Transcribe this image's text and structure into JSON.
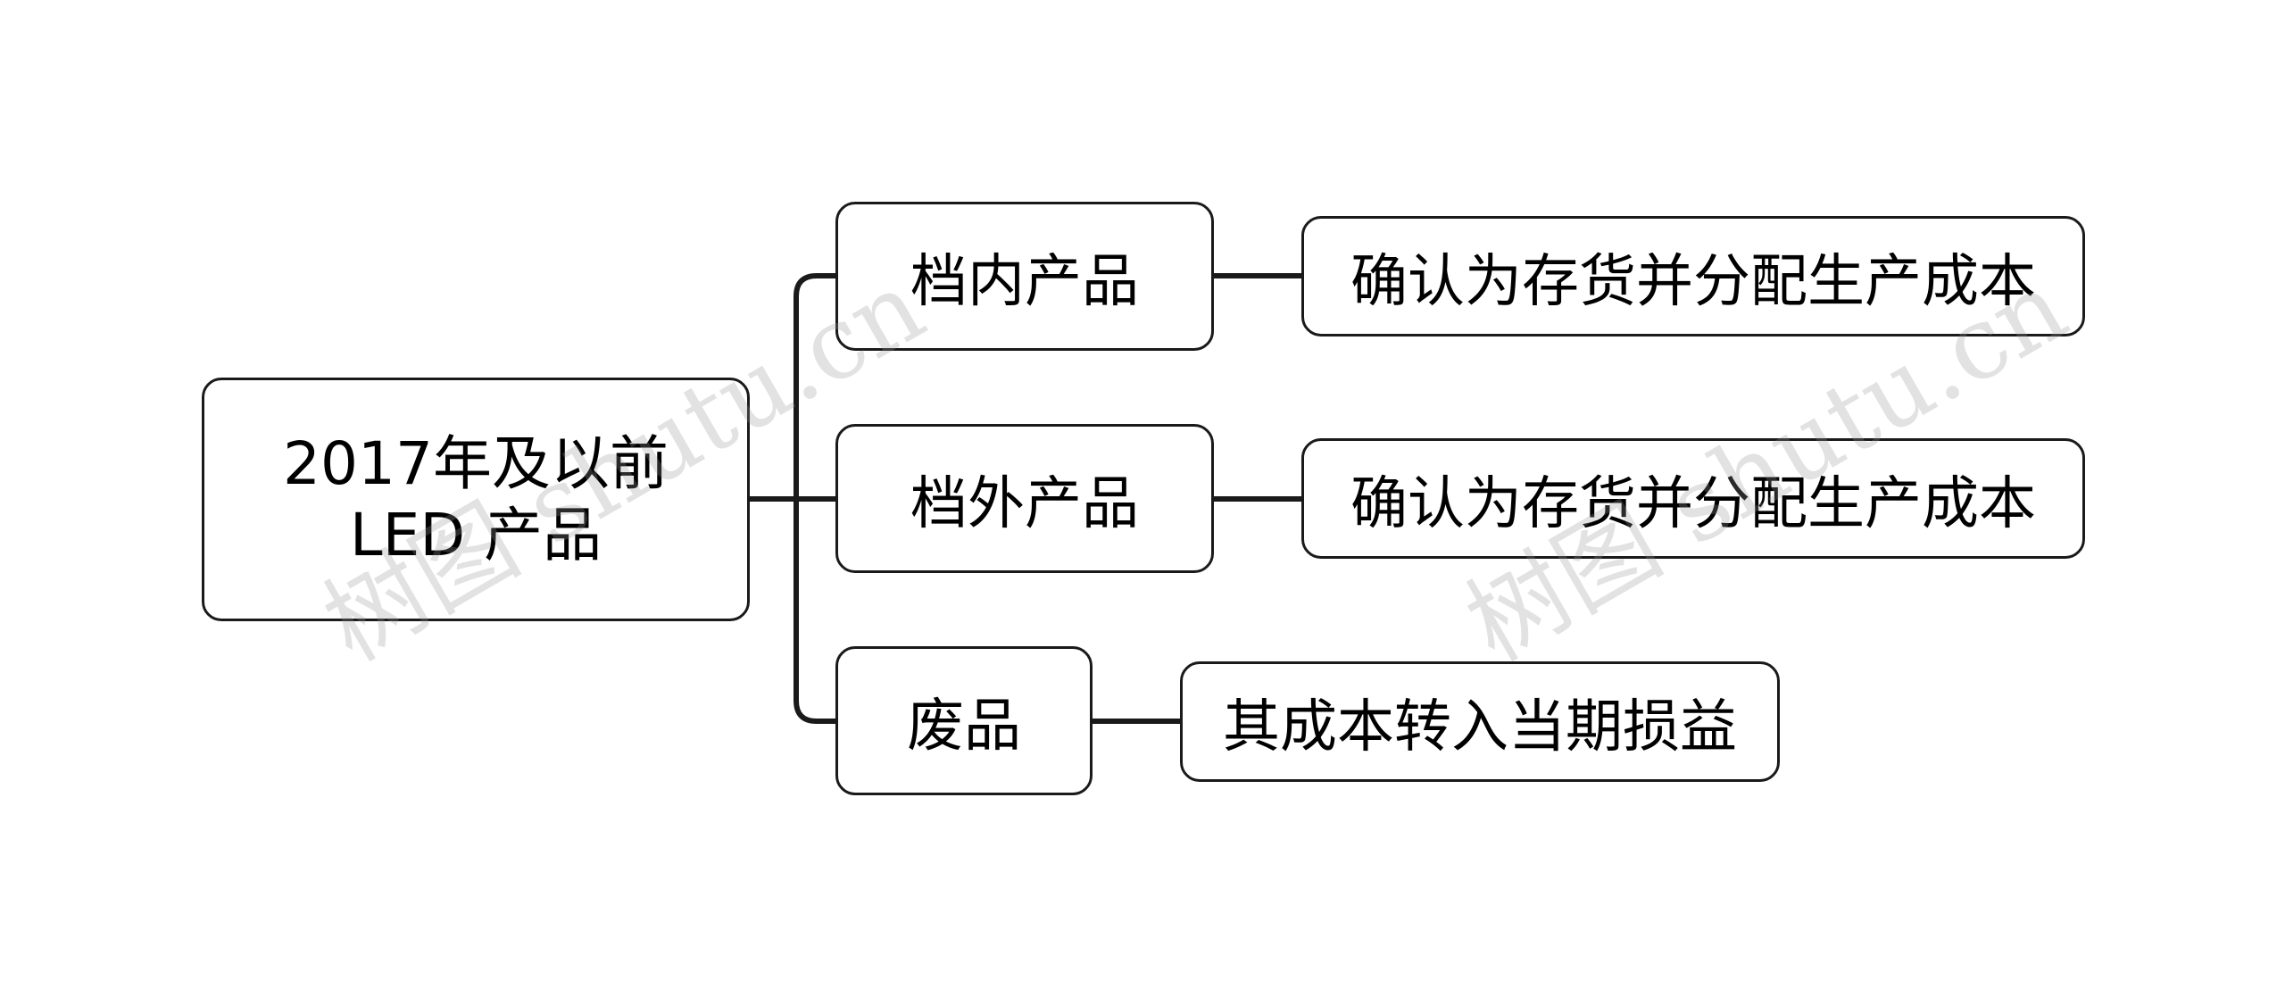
{
  "root": {
    "line1": "2017年及以前",
    "line2": "LED 产品"
  },
  "branches": [
    {
      "label": "档内产品",
      "detail": "确认为存货并分配生产成本"
    },
    {
      "label": "档外产品",
      "detail": "确认为存货并分配生产成本"
    },
    {
      "label": "废品",
      "detail": "其成本转入当期损益"
    }
  ],
  "watermark": "树图 shutu.cn",
  "colors": {
    "border": "#1a1a1a",
    "line": "#1a1a1a",
    "background": "#ffffff"
  }
}
